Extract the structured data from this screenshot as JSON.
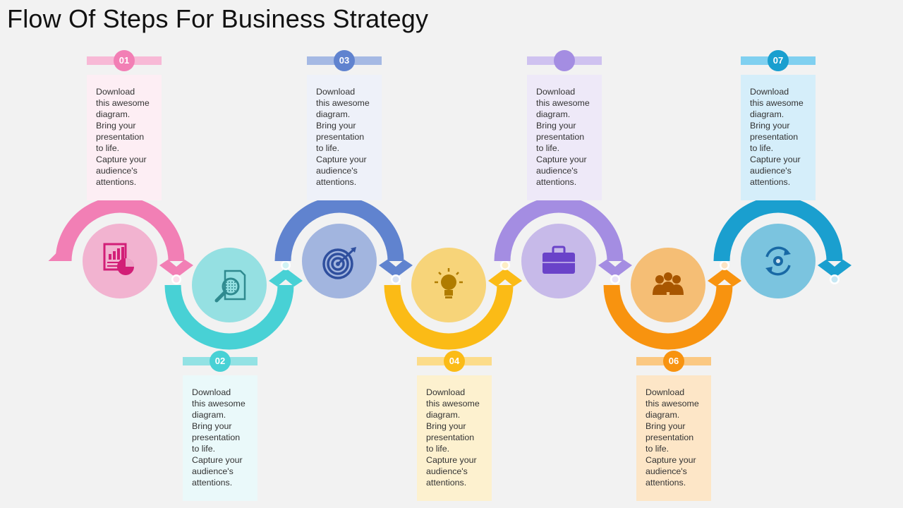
{
  "title": "Flow Of Steps For Business Strategy",
  "steps": [
    {
      "number": "01",
      "icon": "report-chart-icon",
      "color": "#f27fb5",
      "tint": "#fdeef4",
      "band": "#f8b9d6",
      "text": "Download\nthis awesome\ndiagram.\nBring your\npresentation\nto life.\nCapture your\naudience's\nattentions."
    },
    {
      "number": "02",
      "icon": "document-search-icon",
      "color": "#48d1d5",
      "tint": "#eaf9fa",
      "band": "#93e2e4",
      "text": "Download\nthis awesome\ndiagram.\nBring your\npresentation\nto life.\nCapture your\naudience's\nattentions."
    },
    {
      "number": "03",
      "icon": "target-icon",
      "color": "#6083cf",
      "tint": "#eef1f9",
      "band": "#a5b9e4",
      "text": "Download\nthis awesome\ndiagram.\nBring your\npresentation\nto life.\nCapture your\naudience's\nattentions."
    },
    {
      "number": "04",
      "icon": "lightbulb-icon",
      "color": "#fbbb16",
      "tint": "#fdf1cf",
      "band": "#fcdc8a",
      "text": "Download\nthis awesome\ndiagram.\nBring your\npresentation\nto life.\nCapture your\naudience's\nattentions."
    },
    {
      "number": "",
      "icon": "briefcase-icon",
      "color": "#a48de2",
      "tint": "#eee9f8",
      "band": "#cfc2f0",
      "text": "Download\nthis awesome\ndiagram.\nBring your\npresentation\nto life.\nCapture your\naudience's\nattentions."
    },
    {
      "number": "06",
      "icon": "team-icon",
      "color": "#f8930f",
      "tint": "#fde6c7",
      "band": "#fbc882",
      "text": "Download\nthis awesome\ndiagram.\nBring your\npresentation\nto life.\nCapture your\naudience's\nattentions."
    },
    {
      "number": "07",
      "icon": "refresh-gear-icon",
      "color": "#1a9fcf",
      "tint": "#d5eefa",
      "band": "#80d0f0",
      "text": "Download\nthis awesome\ndiagram.\nBring your\npresentation\nto life.\nCapture your\naudience's\nattentions."
    }
  ]
}
